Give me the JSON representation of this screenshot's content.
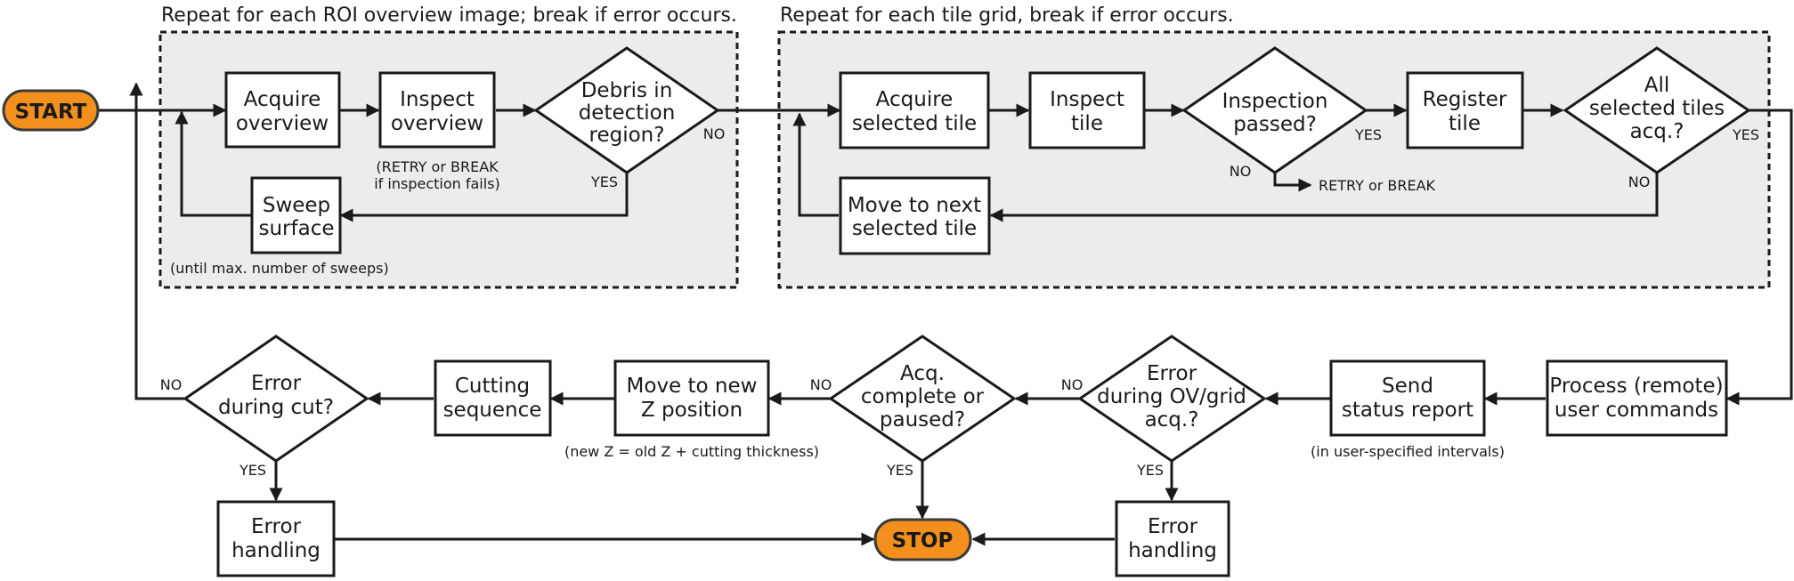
{
  "regions": {
    "roi": "Repeat for each ROI overview image; break if error occurs.",
    "grid": "Repeat for each tile grid, break if error occurs."
  },
  "nodes": {
    "start": "START",
    "stop": "STOP",
    "acquire_overview": [
      "Acquire",
      "overview"
    ],
    "inspect_overview": [
      "Inspect",
      "overview"
    ],
    "debris": [
      "Debris in",
      "detection",
      "region?"
    ],
    "sweep": [
      "Sweep",
      "surface"
    ],
    "acquire_tile": [
      "Acquire",
      "selected tile"
    ],
    "inspect_tile": [
      "Inspect",
      "tile"
    ],
    "inspection_passed": [
      "Inspection",
      "passed?"
    ],
    "register_tile": [
      "Register",
      "tile"
    ],
    "all_tiles": [
      "All",
      "selected tiles",
      "acq.?"
    ],
    "move_next": [
      "Move to next",
      "selected tile"
    ],
    "process_commands": [
      "Process (remote)",
      "user commands"
    ],
    "send_status": [
      "Send",
      "status report"
    ],
    "error_ov": [
      "Error",
      "during OV/grid",
      "acq.?"
    ],
    "acq_complete": [
      "Acq.",
      "complete or",
      "paused?"
    ],
    "move_z": [
      "Move to new",
      "Z position"
    ],
    "cutting": [
      "Cutting",
      "sequence"
    ],
    "error_cut": [
      "Error",
      "during cut?"
    ],
    "error_handling_left": [
      "Error",
      "handling"
    ],
    "error_handling_right": [
      "Error",
      "handling"
    ]
  },
  "notes": {
    "retry_overview": [
      "(RETRY or BREAK",
      "if inspection fails)"
    ],
    "sweeps": "(until max. number of sweeps)",
    "retry_tile": "RETRY or BREAK",
    "z_formula": "(new Z = old Z + cutting thickness)",
    "intervals": "(in user-specified intervals)"
  },
  "edges": {
    "yes": "YES",
    "no": "NO"
  }
}
